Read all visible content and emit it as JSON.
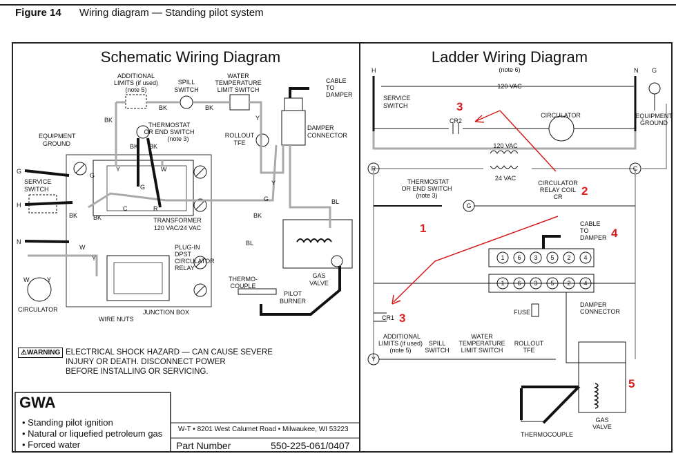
{
  "figure": {
    "number": "Figure 14",
    "caption": "Wiring diagram — Standing pilot system"
  },
  "schematic": {
    "title": "Schematic Wiring Diagram",
    "labels": {
      "additional_limits": [
        "ADDITIONAL",
        "LIMITS (if used)",
        "(note 5)"
      ],
      "spill_switch": [
        "SPILL",
        "SWITCH"
      ],
      "water_temp_limit": [
        "WATER",
        "TEMPERATURE",
        "LIMIT SWITCH"
      ],
      "cable_to_damper": [
        "CABLE",
        "TO",
        "DAMPER"
      ],
      "equipment_ground": [
        "EQUIPMENT",
        "GROUND"
      ],
      "thermostat": [
        "THERMOSTAT",
        "OR END SWITCH",
        "(note 3)"
      ],
      "rollout_tfe": [
        "ROLLOUT",
        "TFE"
      ],
      "damper_connector": [
        "DAMPER",
        "CONNECTOR"
      ],
      "service_switch": [
        "SERVICE",
        "SWITCH"
      ],
      "transformer": [
        "TRANSFORMER",
        "120 VAC/24 VAC"
      ],
      "plugin_relay": [
        "PLUG-IN",
        "DPST",
        "CIRCULATOR",
        "RELAY"
      ],
      "thermocouple": [
        "THERMO-",
        "COUPLE"
      ],
      "gas_valve": [
        "GAS",
        "VALVE"
      ],
      "pilot_burner": [
        "PILOT",
        "BURNER"
      ],
      "circulator": "CIRCULATOR",
      "junction_box": "JUNCTION BOX",
      "wire_nuts": "WIRE NUTS",
      "wire_bk": "BK",
      "wire_y": "Y",
      "wire_g": "G",
      "wire_bl": "BL",
      "wire_w": "W",
      "term_c": "C",
      "term_r": "R",
      "term_y": "Y",
      "term_w": "W",
      "term_g": "G",
      "line_g": "G",
      "line_h": "H",
      "line_n": "N"
    },
    "warning": {
      "badge": "⚠WARNING",
      "lines": [
        "ELECTRICAL SHOCK HAZARD — CAN CAUSE SEVERE",
        "INJURY OR DEATH.  DISCONNECT POWER",
        "BEFORE INSTALLING OR SERVICING."
      ]
    }
  },
  "ladder": {
    "title": "Ladder Wiring Diagram",
    "labels": {
      "h": "H",
      "n": "N",
      "g": "G",
      "note6": "(note 6)",
      "v120": "120 VAC",
      "service_switch": [
        "SERVICE",
        "SWITCH"
      ],
      "cr2": "CR2",
      "circulator": "CIRCULATOR",
      "equipment_ground": [
        "EQUIPMENT",
        "GROUND"
      ],
      "xfmr_120": "120 VAC",
      "xfmr_24": "24 VAC",
      "node_r": "R",
      "node_c": "C",
      "node_g": "G",
      "node_y": "Y",
      "thermostat": [
        "THERMOSTAT",
        "OR END SWITCH",
        "(note 3)"
      ],
      "relay_coil": [
        "CIRCULATOR",
        "RELAY COIL",
        "CR"
      ],
      "cable_to_damper": [
        "CABLE",
        "TO",
        "DAMPER"
      ],
      "pins_top": [
        "1",
        "6",
        "3",
        "5",
        "2",
        "4"
      ],
      "pins_bottom": [
        "1",
        "6",
        "3",
        "5",
        "2",
        "4"
      ],
      "fuse": "FUSE",
      "damper_connector": [
        "DAMPER",
        "CONNECTOR"
      ],
      "cr1": "CR1",
      "additional_limits": [
        "ADDITIONAL",
        "LIMITS (if used)",
        "(note 5)"
      ],
      "spill_switch": [
        "SPILL",
        "SWITCH"
      ],
      "water_temp_limit": [
        "WATER",
        "TEMPERATURE",
        "LIMIT SWITCH"
      ],
      "rollout_tfe": [
        "ROLLOUT",
        "TFE"
      ],
      "gas_valve": [
        "GAS",
        "VALVE"
      ],
      "thermocouple": "THERMOCOUPLE"
    },
    "annotations": [
      "3",
      "2",
      "1",
      "4",
      "3",
      "5"
    ]
  },
  "product": {
    "name": "GWA",
    "features": [
      "Standing pilot ignition",
      "Natural or liquefied petroleum gas",
      "Forced water"
    ],
    "address": "W-T • 8201 West Calumet Road • Milwaukee, WI 53223",
    "part_label": "Part Number",
    "part_number": "550-225-061/0407"
  },
  "colors": {
    "annotation": "#d61c1c",
    "wire_gray": "#aaaaaa",
    "ink": "#111111"
  }
}
